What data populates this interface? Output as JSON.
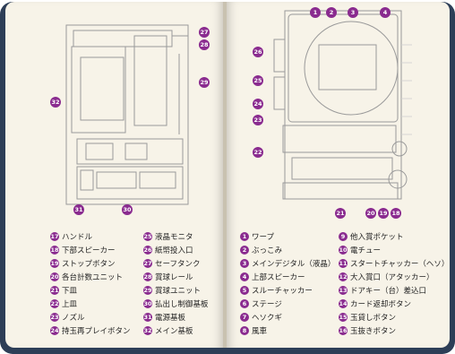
{
  "left_legend": [
    {
      "n": "17",
      "label": "ハンドル"
    },
    {
      "n": "18",
      "label": "下部スピーカー"
    },
    {
      "n": "19",
      "label": "ストップボタン"
    },
    {
      "n": "20",
      "label": "各台計数ユニット"
    },
    {
      "n": "21",
      "label": "下皿"
    },
    {
      "n": "22",
      "label": "上皿"
    },
    {
      "n": "23",
      "label": "ノズル"
    },
    {
      "n": "24",
      "label": "持玉再プレイボタン"
    },
    {
      "n": "25",
      "label": "液晶モニタ"
    },
    {
      "n": "26",
      "label": "紙幣投入口"
    },
    {
      "n": "27",
      "label": "セーフタンク"
    },
    {
      "n": "28",
      "label": "賞球レール"
    },
    {
      "n": "29",
      "label": "賞球ユニット"
    },
    {
      "n": "30",
      "label": "払出し制御基板"
    },
    {
      "n": "31",
      "label": "電源基板"
    },
    {
      "n": "32",
      "label": "メイン基板"
    }
  ],
  "right_legend": [
    {
      "n": "1",
      "label": "ワープ"
    },
    {
      "n": "2",
      "label": "ぶっこみ"
    },
    {
      "n": "3",
      "label": "メインデジタル（液晶）"
    },
    {
      "n": "4",
      "label": "上部スピーカー"
    },
    {
      "n": "5",
      "label": "スルーチャッカー"
    },
    {
      "n": "6",
      "label": "ステージ"
    },
    {
      "n": "7",
      "label": "ヘソクギ"
    },
    {
      "n": "8",
      "label": "風車"
    },
    {
      "n": "9",
      "label": "他入賞ポケット"
    },
    {
      "n": "10",
      "label": "電チュー"
    },
    {
      "n": "11",
      "label": "スタートチャッカー（ヘソ）"
    },
    {
      "n": "12",
      "label": "大入賞口（アタッカー）"
    },
    {
      "n": "13",
      "label": "ドアキー（台）差込口"
    },
    {
      "n": "14",
      "label": "カード返却ボタン"
    },
    {
      "n": "15",
      "label": "玉貸しボタン"
    },
    {
      "n": "16",
      "label": "玉抜きボタン"
    }
  ],
  "left_markers": [
    "27",
    "28",
    "29",
    "32",
    "31",
    "30"
  ],
  "right_markers": [
    "1",
    "2",
    "3",
    "4",
    "26",
    "25",
    "24",
    "23",
    "22",
    "21",
    "20",
    "19",
    "18"
  ],
  "colors": {
    "marker": "#8a2b8f",
    "cover": "#2d3e57",
    "paper": "#f7f3e8",
    "line": "#9a9a9a"
  }
}
